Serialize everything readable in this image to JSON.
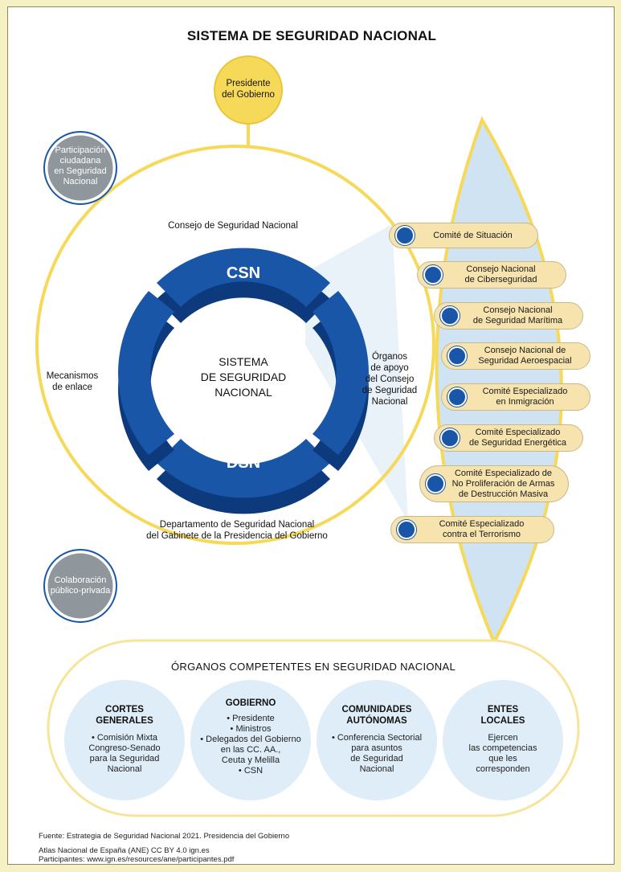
{
  "title": "SISTEMA DE SEGURIDAD NACIONAL",
  "presidente": "Presidente\ndel Gobierno",
  "participacion": "Participación\nciudadana\nen Seguridad\nNacional",
  "colaboracion": "Colaboración\npúblico-privada",
  "consejo_label": "Consejo de Seguridad Nacional",
  "mecanismos_label": "Mecanismos\nde enlace",
  "organos_apoyo_label": "Órganos\nde apoyo\ndel Consejo\nde Seguridad\nNacional",
  "departamento_label": "Departamento de Seguridad Nacional\ndel Gabinete de la Presidencia del Gobierno",
  "csn": "CSN",
  "dsn": "DSN",
  "center_text": "SISTEMA\nDE SEGURIDAD\nNACIONAL",
  "comites": [
    "Comité de Situación",
    "Consejo Nacional\nde Ciberseguridad",
    "Consejo Nacional\nde Seguridad Marítima",
    "Consejo Nacional de\nSeguridad Aeroespacial",
    "Comité Especializado\nen Inmigración",
    "Comité Especializado\nde Seguridad Energética",
    "Comité Especializado de\nNo Proliferación de Armas\nde Destrucción Masiva",
    "Comité Especializado\ncontra el Terrorismo"
  ],
  "organos_title": "ÓRGANOS COMPETENTES EN SEGURIDAD NACIONAL",
  "organos": [
    {
      "title": "CORTES\nGENERALES",
      "body": "• Comisión Mixta\nCongreso-Senado\npara la Seguridad\nNacional"
    },
    {
      "title": "GOBIERNO",
      "body": "• Presidente\n• Ministros\n• Delegados del Gobierno\nen las CC. AA.,\nCeuta y Melilla\n• CSN"
    },
    {
      "title": "COMUNIDADES\nAUTÓNOMAS",
      "body": "• Conferencia Sectorial\npara asuntos\nde Seguridad\nNacional"
    },
    {
      "title": "ENTES\nLOCALES",
      "body": "Ejercen\nlas competencias\nque les\ncorresponden"
    }
  ],
  "fuente": "Fuente: Estrategia de Seguridad Nacional 2021. Presidencia del Gobierno",
  "atlas": "Atlas Nacional de España (ANE) CC BY 4.0 ign.es",
  "participantes": "Participantes: www.ign.es/resources/ane/participantes.pdf",
  "colors": {
    "yellow": "#f7d95a",
    "blue": "#1a56a8",
    "dark_blue": "#0d3a7c",
    "light_blue": "#cfe3f2",
    "grey": "#8f979c",
    "pill": "#f6e3ad",
    "bubble": "#deedf8"
  }
}
